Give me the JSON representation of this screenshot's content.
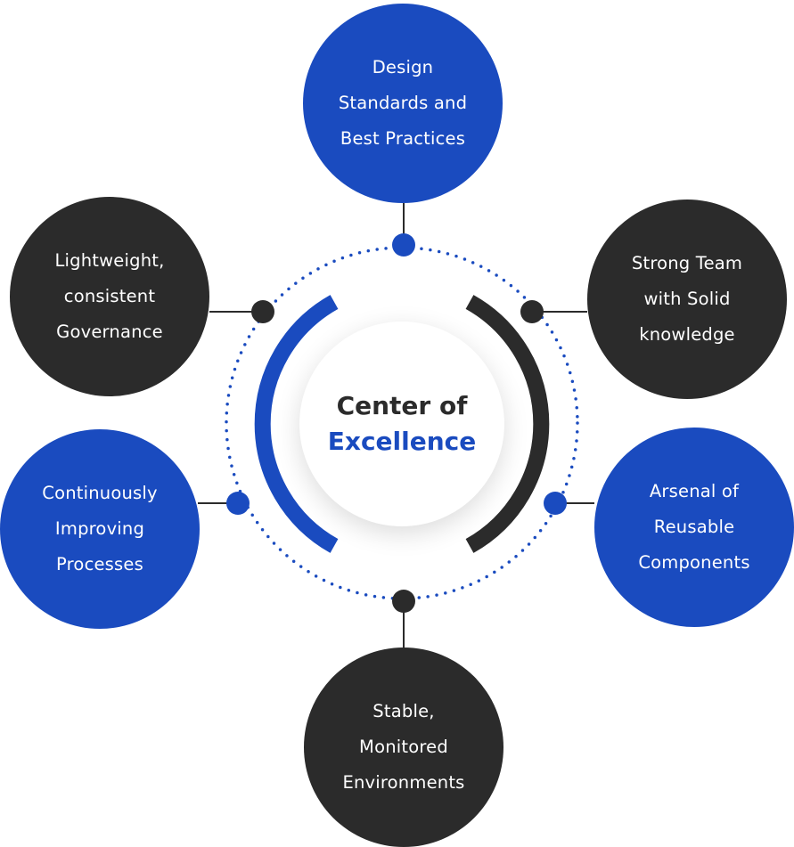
{
  "colors": {
    "blue": "#1a4bbf",
    "dark": "#2b2b2b"
  },
  "center": {
    "line1": "Center of",
    "line2": "Excellence"
  },
  "nodes": {
    "top": {
      "lines": [
        "Design",
        "Standards and",
        "Best Practices"
      ],
      "color": "blue"
    },
    "upper_left": {
      "lines": [
        "Lightweight,",
        "consistent",
        "Governance"
      ],
      "color": "dark"
    },
    "upper_right": {
      "lines": [
        "Strong Team",
        "with Solid",
        "knowledge"
      ],
      "color": "dark"
    },
    "lower_left": {
      "lines": [
        "Continuously",
        "Improving",
        "Processes"
      ],
      "color": "blue"
    },
    "lower_right": {
      "lines": [
        "Arsenal of",
        "Reusable",
        "Components"
      ],
      "color": "blue"
    },
    "bottom": {
      "lines": [
        "Stable,",
        "Monitored",
        "Environments"
      ],
      "color": "dark"
    }
  }
}
